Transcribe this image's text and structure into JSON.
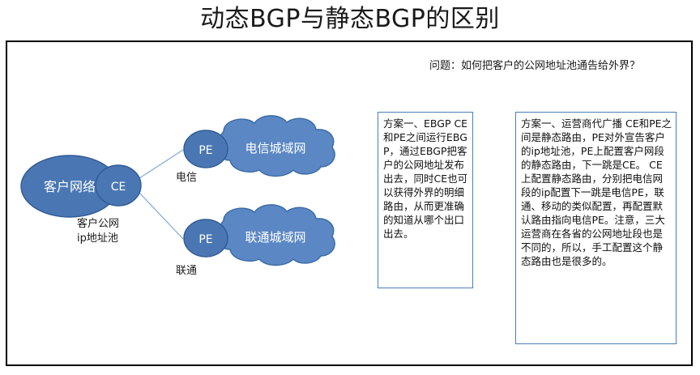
{
  "slide": {
    "title": "动态BGP与静态BGP的区别",
    "question": "问题：如何把客户的公网地址池通告给外界？"
  },
  "diagram": {
    "customer_network": "客户网络",
    "ce_node": "CE",
    "pe_node_top": "PE",
    "pe_node_bottom": "PE",
    "cloud_top": "电信城域网",
    "cloud_bottom": "联通城域网",
    "label_customer_pool_line1": "客户公网",
    "label_customer_pool_line2": "ip地址池",
    "label_telecom": "电信",
    "label_unicom": "联通",
    "colors": {
      "node_fill": "#4a77b4",
      "node_stroke": "#2f5b93",
      "cloud_fill": "#5b87c4",
      "cloud_stroke": "#3a6ba5",
      "connector": "#7fa8d8",
      "note_border": "#4a7ebb",
      "frame_border": "#000000"
    }
  },
  "notes": {
    "box1": "方案一、EBGP CE和PE之间运行EBGP，通过EBGP把客户的公网地址发布出去，同时CE也可以获得外界的明细路由，从而更准确的知道从哪个出口出去。",
    "box2": "方案一、运营商代广播 CE和PE之间是静态路由，PE对外宣告客户的ip地址池，PE上配置客户网段的静态路由，下一跳是CE。 CE上配置静态路由，分别把电信网段的ip配置下一跳是电信PE，联通、移动的类似配置，再配置默认路由指向电信PE。注意，三大运营商在各省的公网地址段也是不同的，所以，手工配置这个静态路由也是很多的。"
  }
}
